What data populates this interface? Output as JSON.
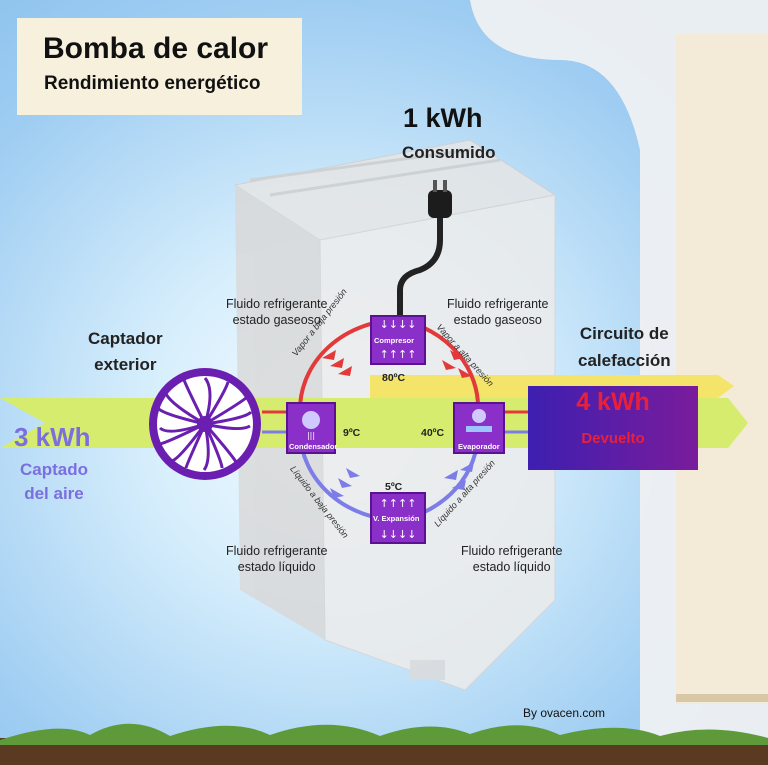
{
  "title": "Bomba de calor",
  "subtitle": "Rendimiento energético",
  "consumed": {
    "value": "1 kWh",
    "label": "Consumido"
  },
  "captured": {
    "value": "3 kWh",
    "label_line1": "Captado",
    "label_line2": "del aire"
  },
  "returned": {
    "value": "4 kWh",
    "label": "Devuelto"
  },
  "outdoor_collector": {
    "line1": "Captador",
    "line2": "exterior"
  },
  "heating_circuit": {
    "line1": "Circuito de",
    "line2": "calefacción"
  },
  "fluid_labels": {
    "top_left": {
      "line1": "Fluido refrigerante",
      "line2": "estado gaseoso"
    },
    "top_right": {
      "line1": "Fluido refrigerante",
      "line2": "estado gaseoso"
    },
    "bottom_left": {
      "line1": "Fluido refrigerante",
      "line2": "estado líquido"
    },
    "bottom_right": {
      "line1": "Fluido refrigerante",
      "line2": "estado líquido"
    }
  },
  "components": {
    "compressor": "Compresor",
    "condenser": "Condensador",
    "evaporator": "Evaporador",
    "expansion_valve": "V. Expansión"
  },
  "temperatures": {
    "top": "80ºC",
    "left": "9ºC",
    "right": "40ºC",
    "bottom": "5ºC"
  },
  "arc_labels": {
    "top_left": "Vapor a baja presión",
    "top_right": "Vapor a alta presión",
    "bottom_left": "Líquido a baja presión",
    "bottom_right": "Líquido a alta presión"
  },
  "credit": "By ovacen.com",
  "colors": {
    "hot": "#e23a3a",
    "cold": "#7d7de8",
    "purple": "#6a1fb0",
    "green_band": "#d5ec6e",
    "yellow_band": "#f4e46a"
  }
}
